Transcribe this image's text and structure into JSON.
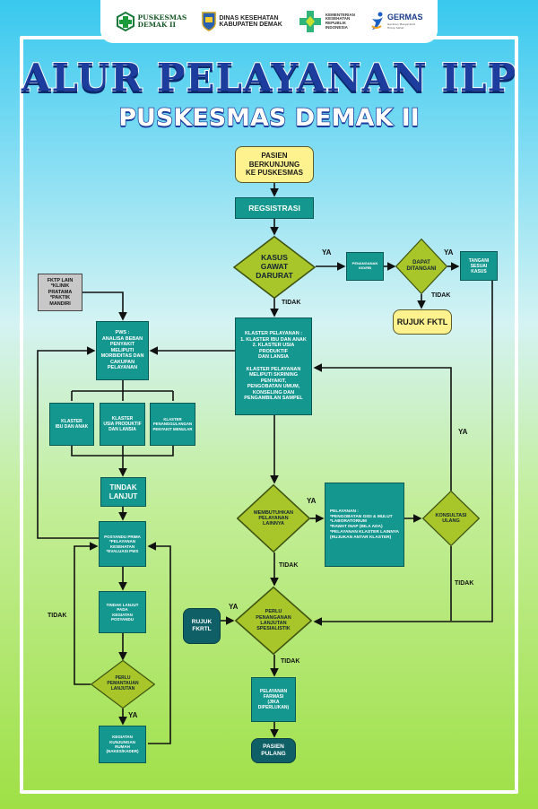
{
  "header": {
    "logo1": "PUSKESMAS\nDEMAK II",
    "logo2": "DINAS KESEHATAN\nKABUPATEN DEMAK",
    "logo3": "KEMENTERIAN\nKESEHATAN\nREPUBLIK\nINDONESIA",
    "logo4": "GERMAS",
    "logo4_sub": "Gerakan Masyarakat\nHidup Sehat"
  },
  "title": "ALUR PELAYANAN ILP",
  "subtitle": "PUSKESMAS DEMAK II",
  "nodes": {
    "pasien": "PASIEN\nBERKUNJUNG\nKE PUSKESMAS",
    "registrasi": "REGSISTRASI",
    "gawat": "KASUS\nGAWAT\nDARURAT",
    "igd": "PENANGANAN\nIGD/RB",
    "dapat": "DAPAT\nDITANGANI",
    "tangani": "TANGANI\nSESUAI\nKASUS",
    "rujuk_fktl": "RUJUK FKTL",
    "klaster": "KLASTER PELAYANAN :\n1. KLASTER IBU DAN ANAK\n2. KLASTER USIA PRODUKTIF\nDAN LANSIA\n\nKLASTER PELAYANAN\nMELIPUTI SKRINING\nPENYAKIT,\nPENGOBATAN UMUM,\nKONSELING DAN\nPENGAMBILAN SAMPEL",
    "fktp": "FKTP LAIN\n*KLINIK PRATAMA\n*PAKTIK MANDIRI",
    "pws": "PWS :\nANALISA BEBAN\nPENYAKIT\nMELIPUTI\nMORBIDITAS DAN\nCAKUPAN\nPELAYANAN",
    "k_ibu": "KLASTER\nIBU DAN ANAK",
    "k_usia": "KLASTER\nUSIA PRODUKTIF\nDAN LANSIA",
    "k_menular": "KLASTER\nPENANGGULANGAN\nPENYAKIT MENULAR",
    "tindak": "TINDAK\nLANJUT",
    "posyandu": "POSYANDU PRIMA\n*PELAYANAN\nKESEHATAN\n*EVALUASI PWS",
    "tl_posyandu": "TINDAK LANJUT\nPADA\nKEGIATAN\nPOSYANDU",
    "pemantauan": "PERLU\nPEMANTAUAN\nLANJUTAN",
    "kunjungan": "KEGIATAN\nKUNJUNGAN\nRUMAH\n(NAKES/KADER)",
    "membutuhkan": "MEMBUTUHKAN\nPELAYANAN\nLAINNYA",
    "pelayanan": "PELAYANAN :\n*PENGOBATAN GIGI & MULUT\n*LABORATORIUM\n*RAWAT INAP (BILA ADA)\n*PELAYANAN KLASTER LAINNYA\n(RUJUKAN ANTAR KLASTER)",
    "konsultasi": "KONSULTASI\nULANG",
    "spesialistik": "PERLU\nPENANGANAN\nLANJUTAN\nSPESIALISTIK",
    "rujuk_fkrtl": "RUJUK\nFKRTL",
    "farmasi": "PELAYANAN\nFARMASI\n(JIKA\nDIPERLUKAN)",
    "pulang": "PASIEN\nPULANG"
  },
  "labels": {
    "ya": "YA",
    "tidak": "TIDAK"
  }
}
